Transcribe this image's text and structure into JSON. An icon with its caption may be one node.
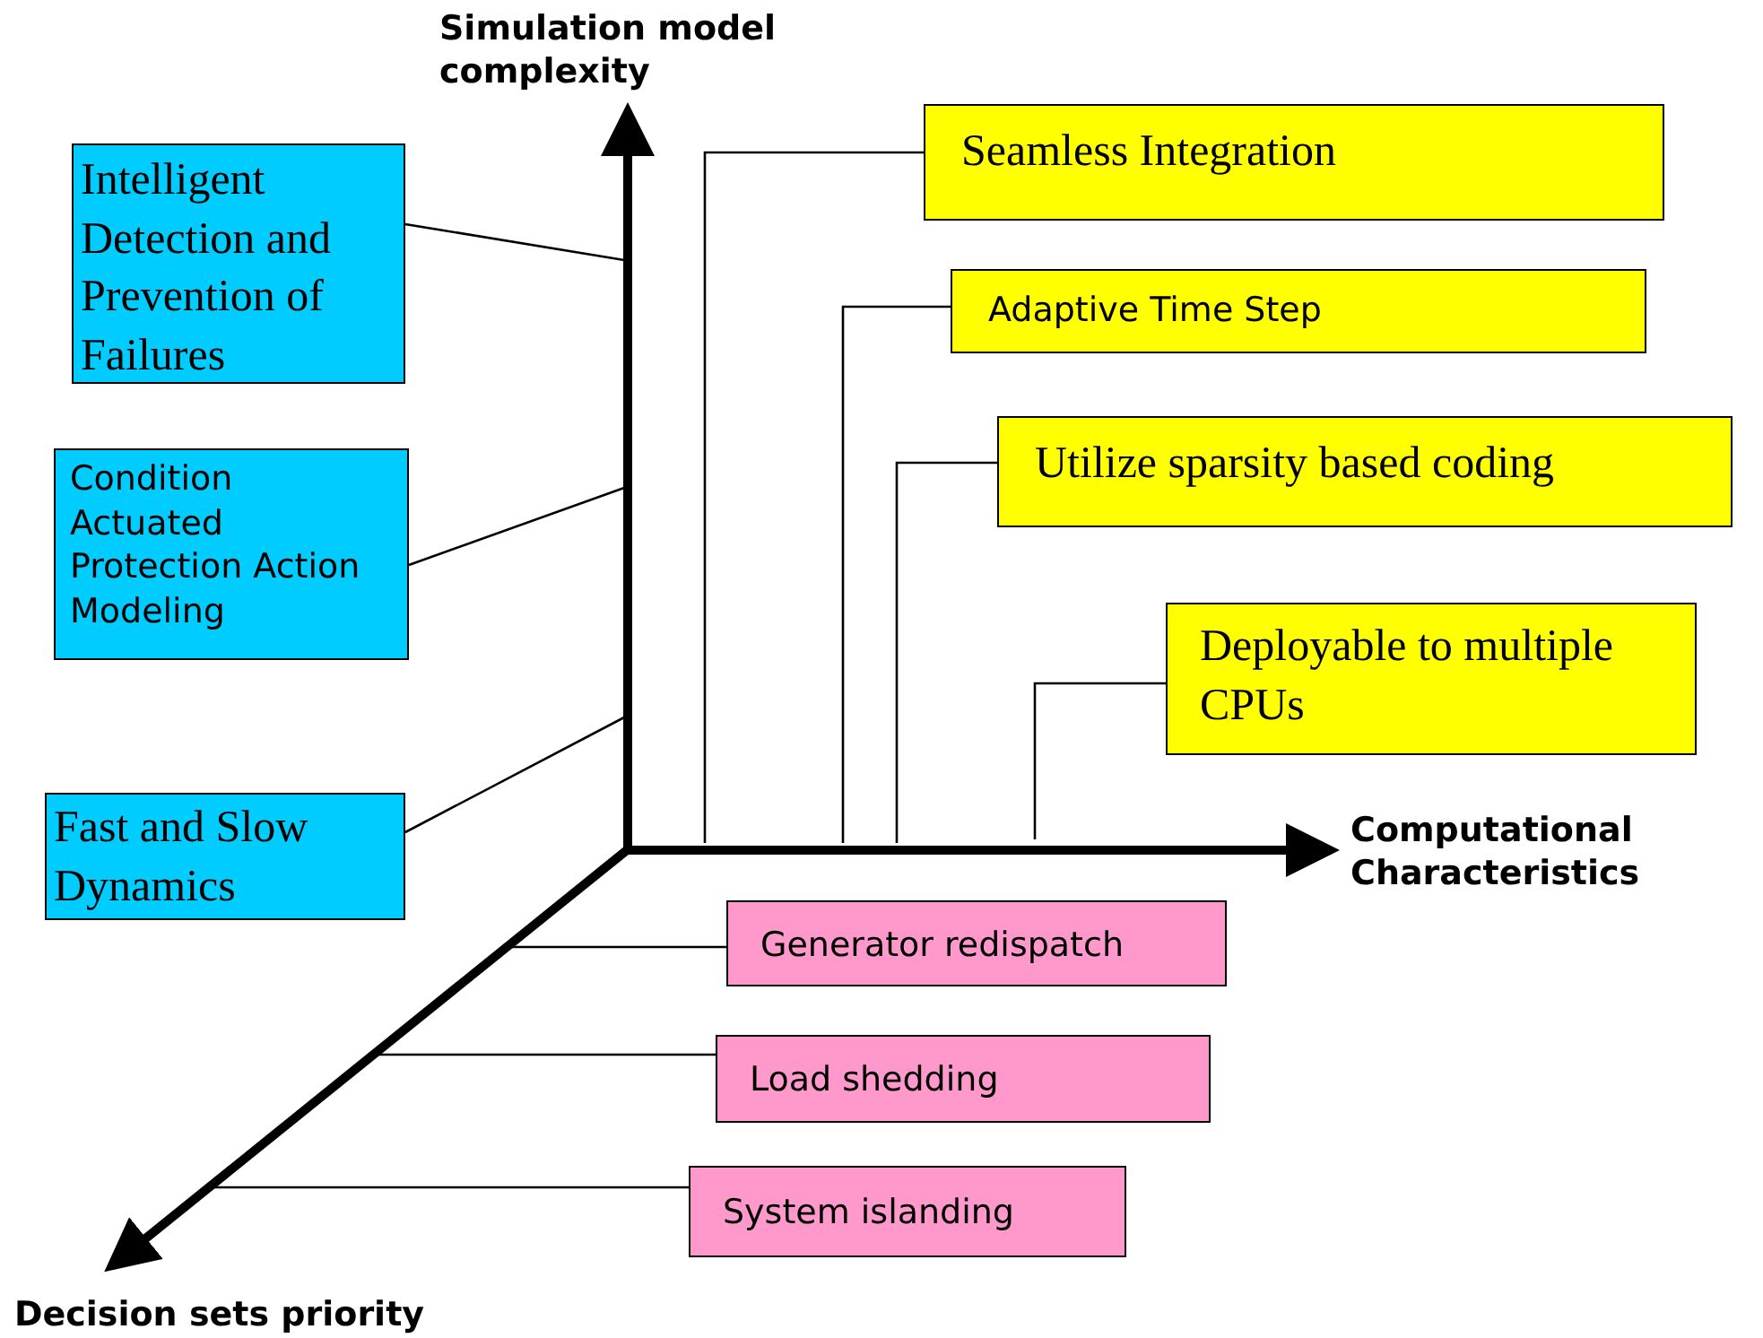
{
  "diagram": {
    "nodes": [
      {
        "text": [
          "Intelligent Detection and Prevention of Failures"
        ]
      },
      {
        "text": [
          "Condition Actuated Protection Action Modeling"
        ]
      },
      {
        "text": [
          "Fast and Slow Dynamics"
        ]
      },
      {
        "text": [
          "Seamless Integration"
        ]
      },
      {
        "text": [
          "Adaptive Time Step"
        ]
      },
      {
        "text": [
          "Utilize sparsity based coding"
        ]
      },
      {
        "text": [
          "Deployable to multiple CPUs"
        ]
      },
      {
        "text": [
          "Generator redispatch"
        ]
      },
      {
        "text": [
          "Load shedding"
        ]
      },
      {
        "text": [
          "System islanding"
        ]
      }
    ],
    "edges": [
      {
        "from": 0,
        "to": null,
        "arrow": "none"
      },
      {
        "from": 1,
        "to": null,
        "arrow": "none"
      },
      {
        "from": 2,
        "to": null,
        "arrow": "none"
      },
      {
        "from": 3,
        "to": null,
        "arrow": "none"
      },
      {
        "from": 4,
        "to": null,
        "arrow": "none"
      },
      {
        "from": 5,
        "to": null,
        "arrow": "none"
      },
      {
        "from": 6,
        "to": null,
        "arrow": "none"
      },
      {
        "from": 7,
        "to": null,
        "arrow": "none"
      },
      {
        "from": 8,
        "to": null,
        "arrow": "none"
      },
      {
        "from": 9,
        "to": null,
        "arrow": "none"
      }
    ],
    "labels": [
      "Simulation model complexity",
      "Computational Characteristics",
      "Decision sets priority"
    ]
  }
}
